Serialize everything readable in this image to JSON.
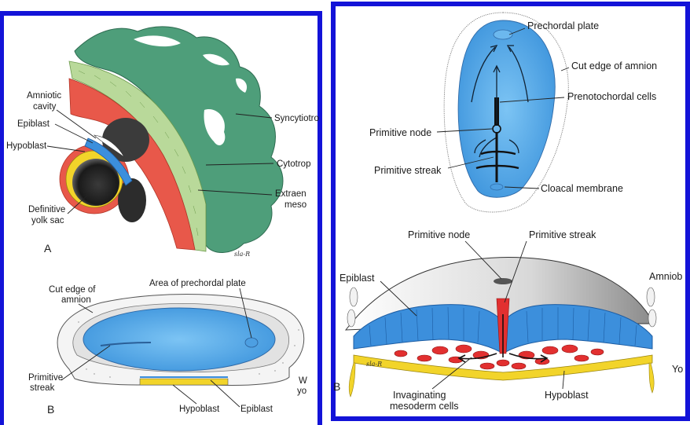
{
  "panel_a": {
    "letter": "A",
    "labels": {
      "amniotic_cavity_1": "Amniotic",
      "amniotic_cavity_2": "cavity",
      "epiblast": "Epiblast",
      "hypoblast": "Hypoblast",
      "definitive_yolk_sac_1": "Definitive",
      "definitive_yolk_sac_2": "yolk sac",
      "syncytiotrophoblast": "Syncytiotro",
      "cytotrophoblast": "Cytotrop",
      "extraembryonic_1": "Extraen",
      "extraembryonic_2": "meso"
    }
  },
  "panel_b": {
    "letter": "B",
    "labels": {
      "cut_edge_1": "Cut edge of",
      "cut_edge_2": "amnion",
      "area_prechordal": "Area of prechordal plate",
      "primitive_streak_1": "Primitive",
      "primitive_streak_2": "streak",
      "hypoblast": "Hypoblast",
      "epiblast": "Epiblast",
      "wall_1": "W",
      "wall_2": "yo"
    }
  },
  "panel_c": {
    "labels": {
      "prechordal_plate": "Prechordal plate",
      "cut_edge_amnion": "Cut edge of amnion",
      "prenotochordal": "Prenotochordal cells",
      "primitive_node": "Primitive node",
      "primitive_streak": "Primitive streak",
      "cloacal_membrane": "Cloacal membrane"
    }
  },
  "panel_d": {
    "letter": "B",
    "labels": {
      "primitive_node": "Primitive node",
      "primitive_streak": "Primitive streak",
      "epiblast": "Epiblast",
      "amnion": "Amniob",
      "yolk": "Yo",
      "invaginating_1": "Invaginating",
      "invaginating_2": "mesoderm cells",
      "hypoblast": "Hypoblast"
    }
  },
  "signatures": {
    "a": "sla-R",
    "d": "sla-R"
  },
  "colors": {
    "frame": "#1313d8",
    "syncytio": "#4e9e7a",
    "cyto": "#b9d99a",
    "mesoderm": "#e8584a",
    "epiblast": "#3c8fdc",
    "hypoblast": "#f2d42a",
    "disc": "#5fb0ec",
    "invag": "#e23030"
  }
}
